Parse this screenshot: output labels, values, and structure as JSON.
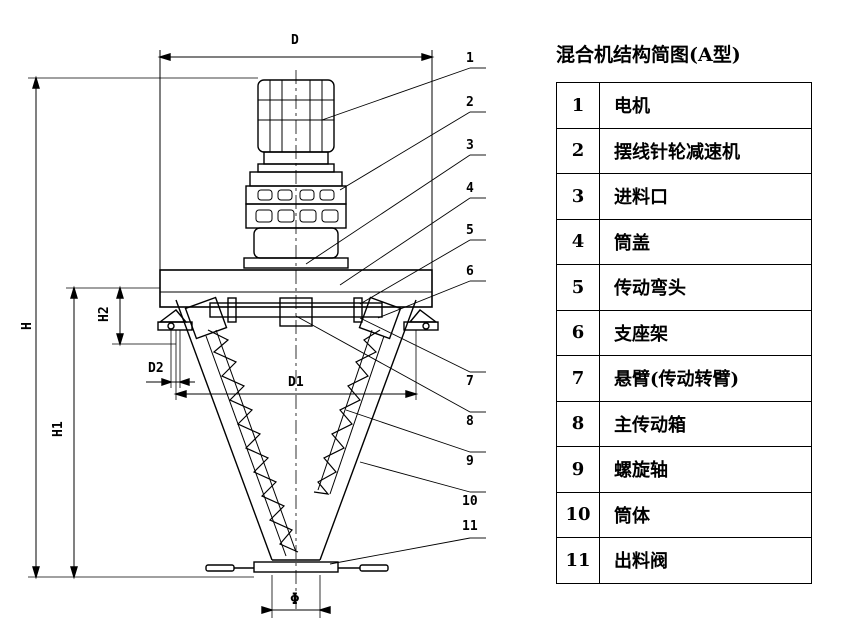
{
  "drawing": {
    "dimension_labels": {
      "D": "D",
      "H": "H",
      "H1": "H1",
      "H2": "H2",
      "D1": "D1",
      "D2": "D2",
      "phi": "Φ"
    },
    "callout_numbers": [
      "1",
      "2",
      "3",
      "4",
      "5",
      "6",
      "7",
      "8",
      "9",
      "10",
      "11"
    ]
  },
  "parts_table": {
    "title": "混合机结构简图(A型)",
    "rows": [
      {
        "no": "1",
        "name": "电机"
      },
      {
        "no": "2",
        "name": "摆线针轮减速机"
      },
      {
        "no": "3",
        "name": "进料口"
      },
      {
        "no": "4",
        "name": "筒盖"
      },
      {
        "no": "5",
        "name": "传动弯头"
      },
      {
        "no": "6",
        "name": "支座架"
      },
      {
        "no": "7",
        "name": "悬臂(传动转臂)"
      },
      {
        "no": "8",
        "name": "主传动箱"
      },
      {
        "no": "9",
        "name": "螺旋轴"
      },
      {
        "no": "10",
        "name": "筒体"
      },
      {
        "no": "11",
        "name": "出料阀"
      }
    ]
  }
}
